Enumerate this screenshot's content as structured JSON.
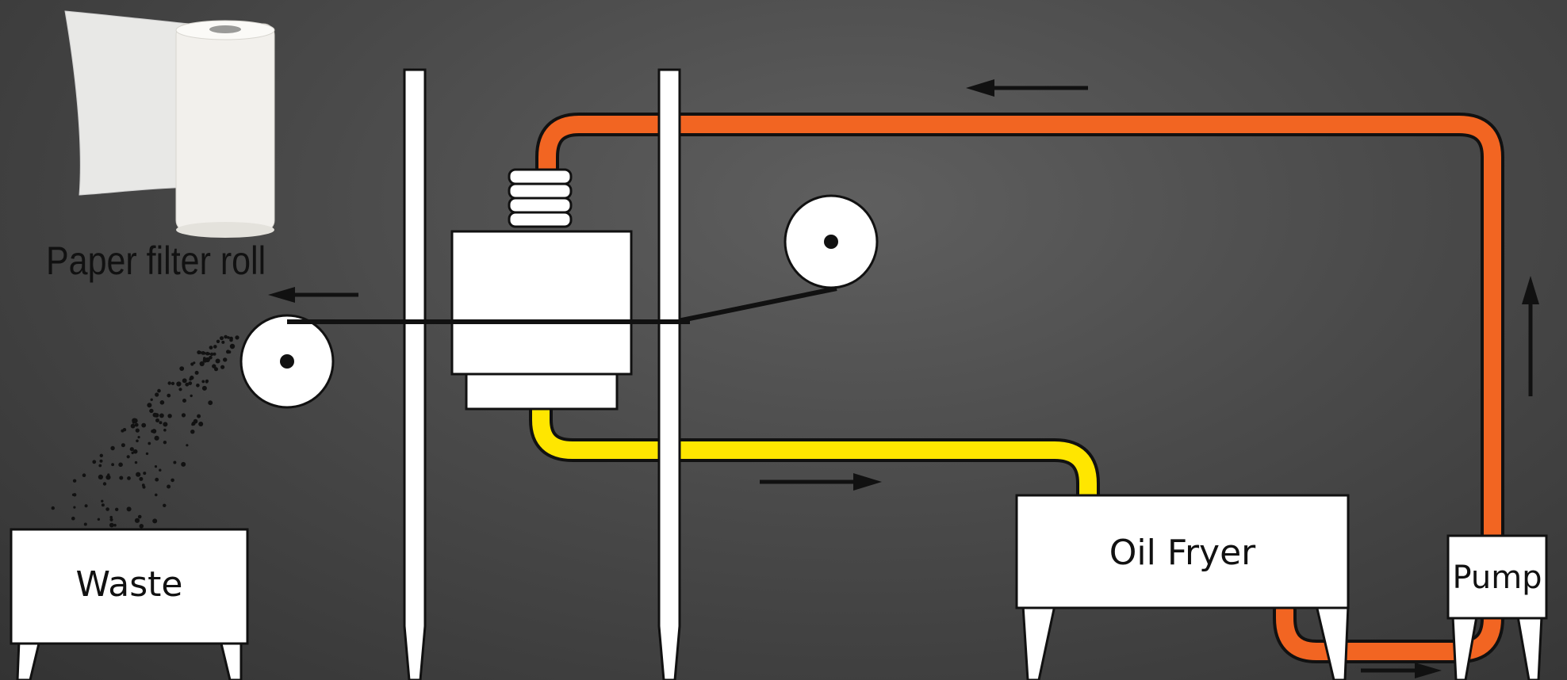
{
  "colors": {
    "background": "#4a4a4a",
    "return_pipe": "#f26522",
    "supply_pipe": "#ffe600",
    "component_fill": "#ffffff",
    "outline": "#1a1a1a"
  },
  "labels": {
    "paper_filter_roll": "Paper filter roll",
    "waste": "Waste",
    "oil_fryer": "Oil Fryer",
    "pump": "Pump"
  },
  "icons": {
    "filter_roll_photo": "paper-roll-icon",
    "arrow": "arrow-icon"
  }
}
